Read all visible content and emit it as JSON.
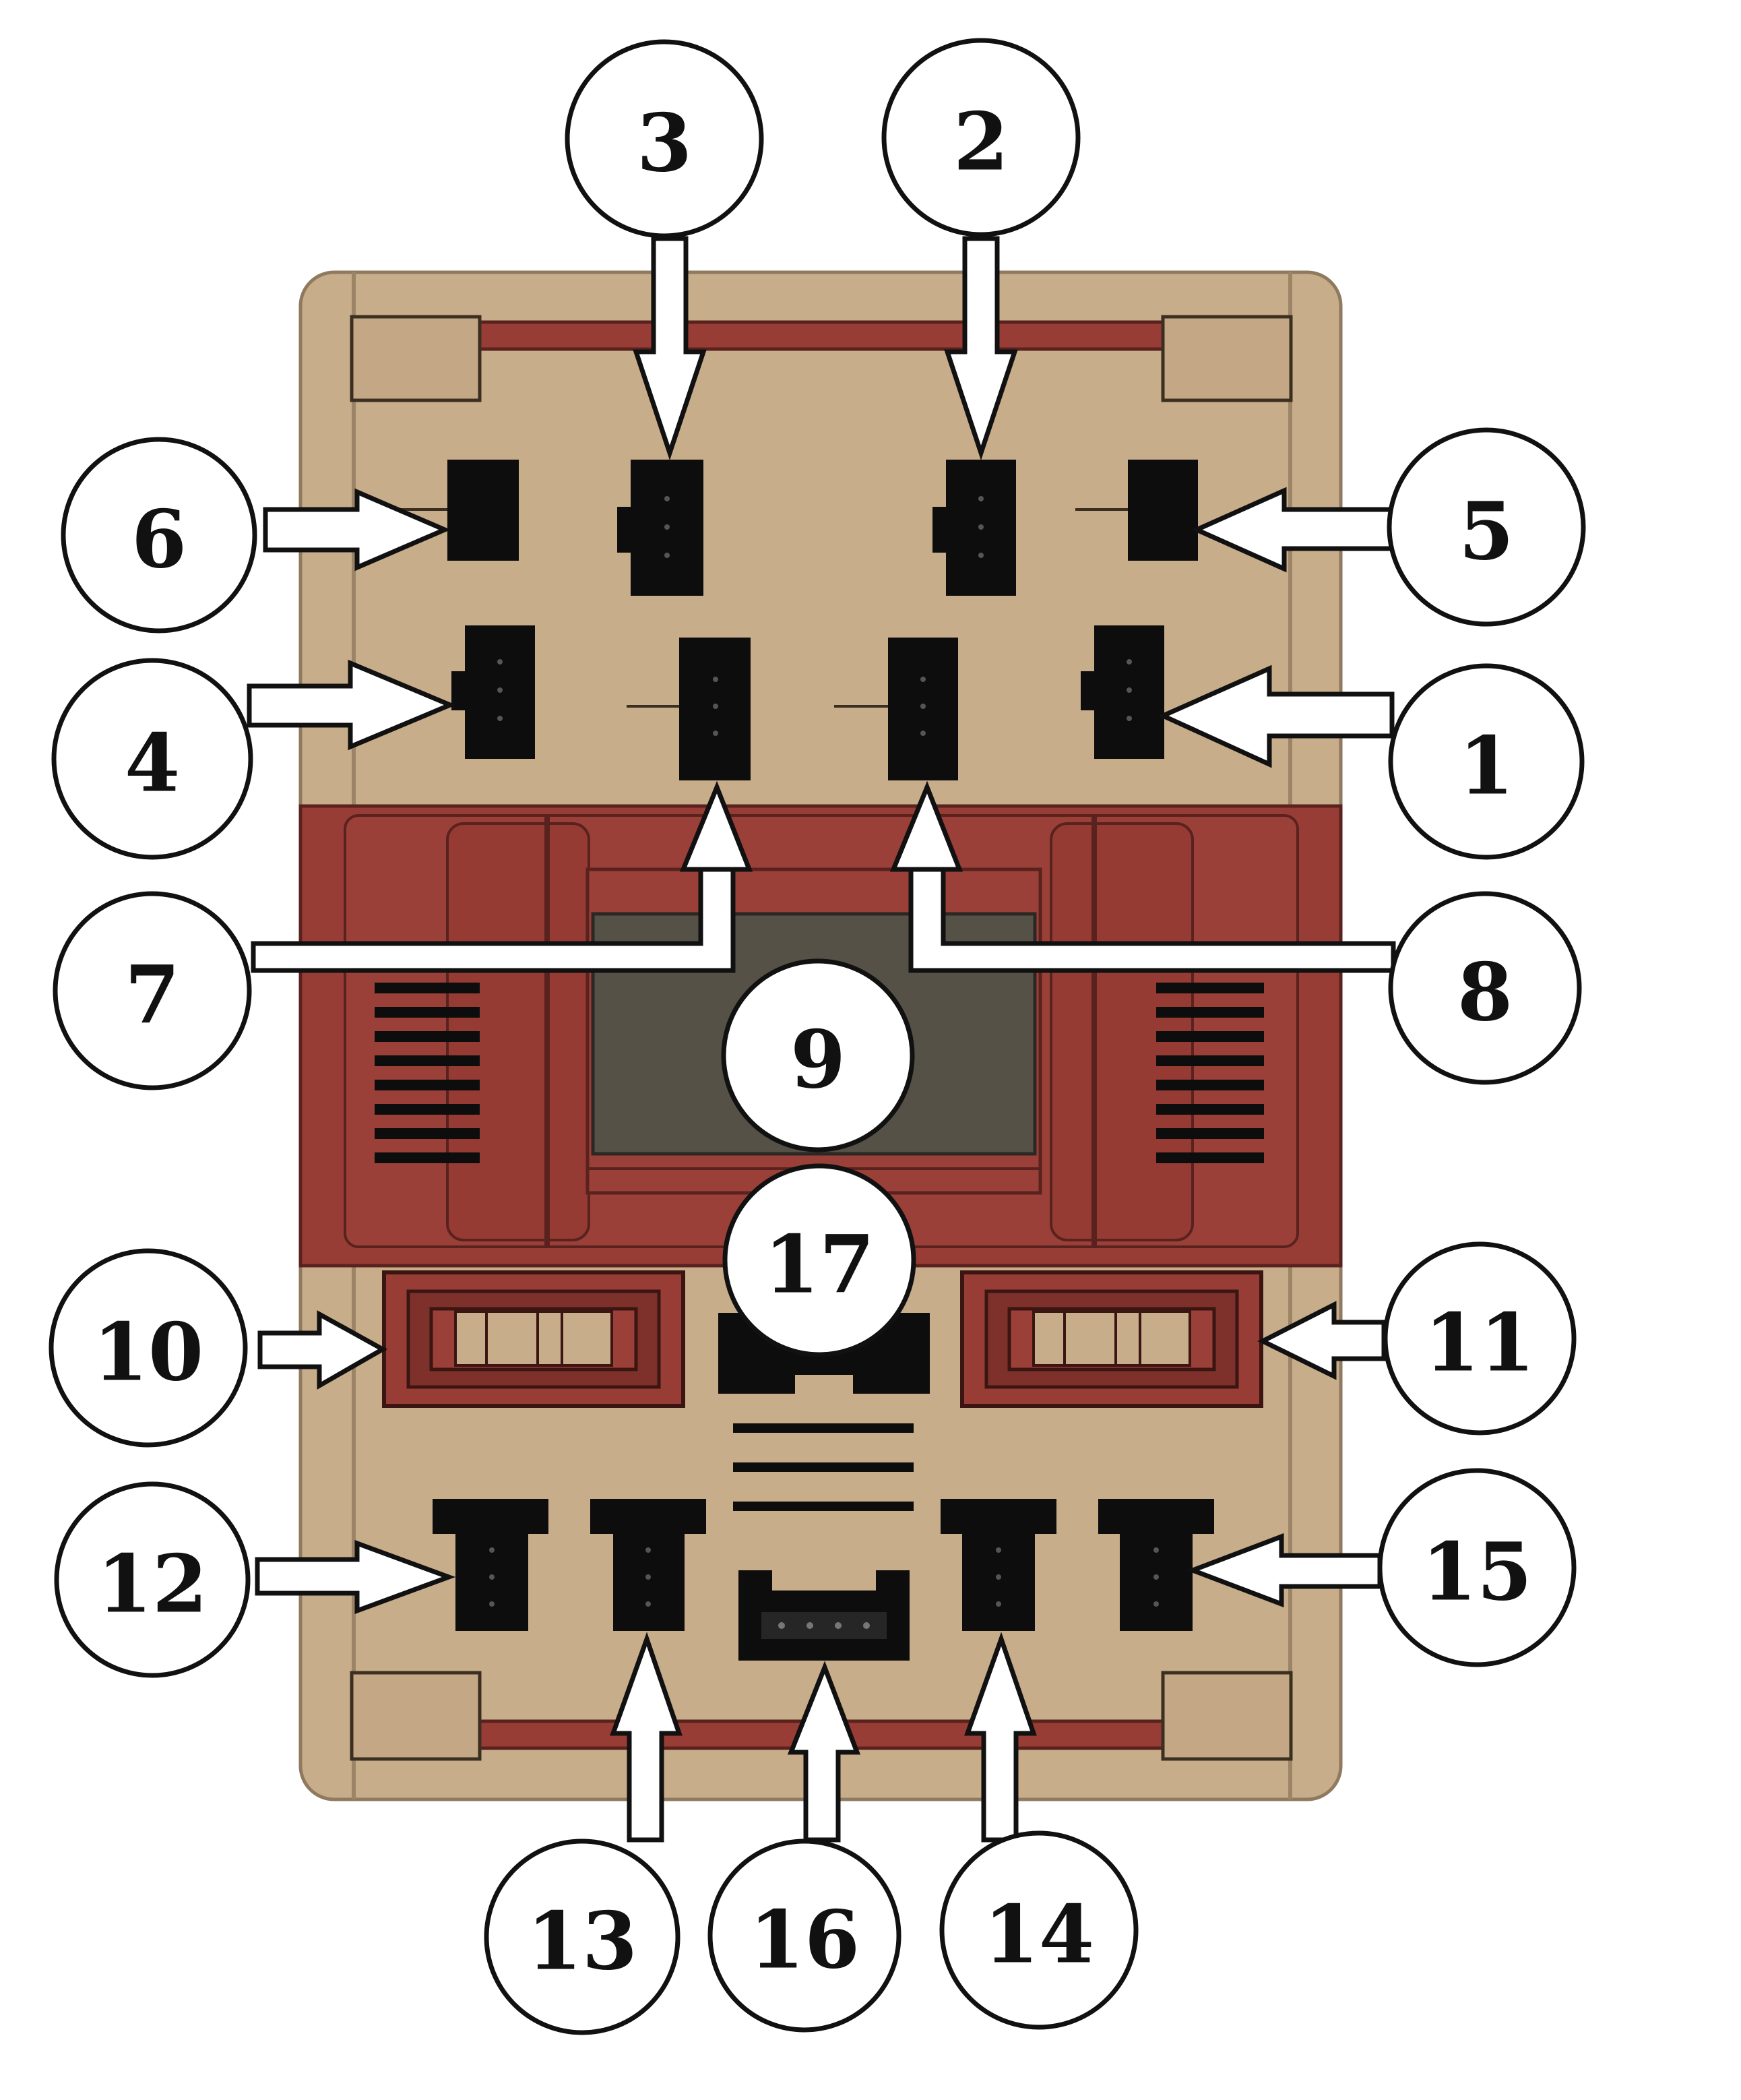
{
  "colors": {
    "background": "#ffffff",
    "board_tan": "#c8ad8b",
    "board_edge": "#8f7a60",
    "red_frame": "#973d35",
    "red_dark": "#6e2a25",
    "screen": "#565147",
    "connector": "#0d0d0d",
    "callout_fill": "#ffffff",
    "callout_stroke": "#111111"
  },
  "callouts": [
    {
      "id": "1",
      "label": "1"
    },
    {
      "id": "2",
      "label": "2"
    },
    {
      "id": "3",
      "label": "3"
    },
    {
      "id": "4",
      "label": "4"
    },
    {
      "id": "5",
      "label": "5"
    },
    {
      "id": "6",
      "label": "6"
    },
    {
      "id": "7",
      "label": "7"
    },
    {
      "id": "8",
      "label": "8"
    },
    {
      "id": "9",
      "label": "9"
    },
    {
      "id": "10",
      "label": "10"
    },
    {
      "id": "11",
      "label": "11"
    },
    {
      "id": "12",
      "label": "12"
    },
    {
      "id": "13",
      "label": "13"
    },
    {
      "id": "14",
      "label": "14"
    },
    {
      "id": "15",
      "label": "15"
    },
    {
      "id": "16",
      "label": "16"
    },
    {
      "id": "17",
      "label": "17"
    }
  ]
}
